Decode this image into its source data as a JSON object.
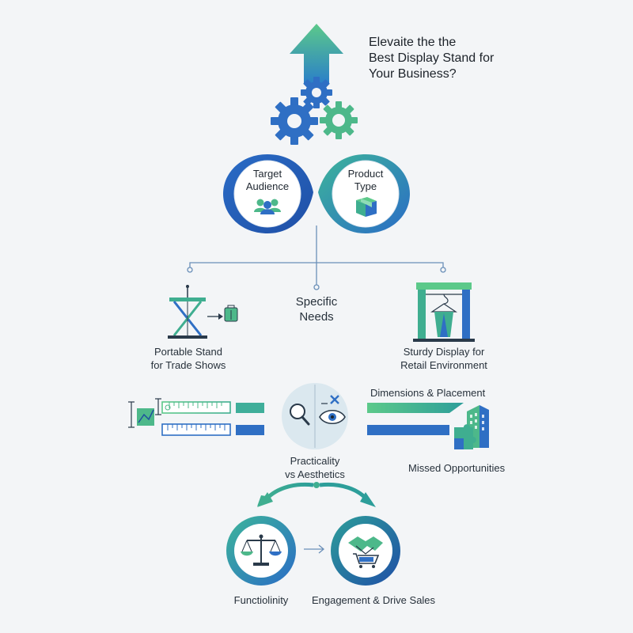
{
  "title": {
    "line1": "Elevaite the the",
    "line2": "Best Display Stand for",
    "line3": "Your Business?"
  },
  "factors": {
    "target": {
      "line1": "Target",
      "line2": "Audience",
      "icon": "people-icon"
    },
    "product": {
      "line1": "Product",
      "line2": "Type",
      "icon": "box-icon"
    }
  },
  "specific_needs": {
    "line1": "Specific",
    "line2": "Needs"
  },
  "portable": {
    "line1": "Portable Stand",
    "line2": "for Trade Shows",
    "icon": "folding-stand-icon"
  },
  "retail": {
    "line1": "Sturdy Display for",
    "line2": "Retail Environment",
    "icon": "clothing-rack-icon"
  },
  "dimensions": {
    "label": "Dimensions & Placement"
  },
  "practicality": {
    "line1": "Practicality",
    "line2": "vs Aesthetics"
  },
  "missed": {
    "label": "Missed Opportunities"
  },
  "functionality": {
    "label": "Functiolinity",
    "icon": "balance-scale-icon"
  },
  "engagement": {
    "label": "Engagement & Drive Sales",
    "icon": "handshake-cart-icon"
  },
  "colors": {
    "blue": "#2f6fc4",
    "blue_dark": "#1e4f9e",
    "green": "#4db88a",
    "teal": "#2d9e9a",
    "line": "#6a8fb8"
  }
}
